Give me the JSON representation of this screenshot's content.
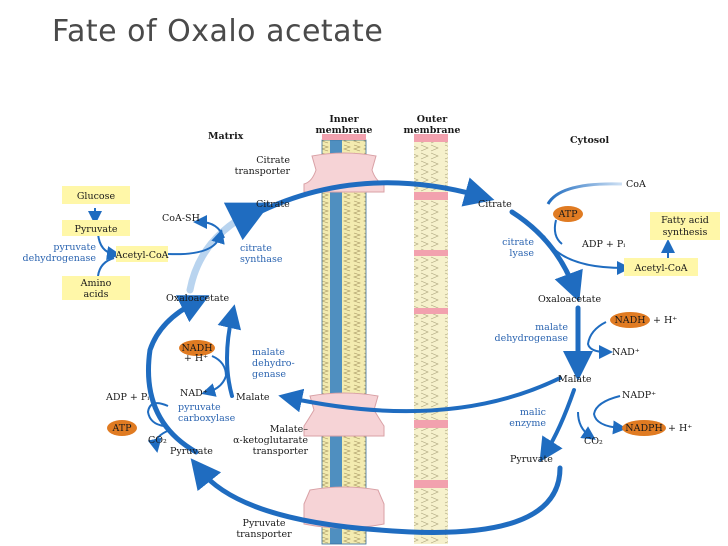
{
  "title": "Fate of Oxalo acetate",
  "colors": {
    "arrow": "#1f6cc0",
    "arrow_light": "#b9d4ef",
    "pore": "#f6d3d6",
    "pore_edge": "#d9a1a6",
    "yellow_box": "#fff7a8",
    "orange": "#e07b22",
    "enzyme_text": "#2b64b0",
    "membrane_head": "#f2a1ae",
    "membrane_tail": "#f4ecb0"
  },
  "headers": {
    "matrix": "Matrix",
    "inner_1": "Inner",
    "inner_2": "membrane",
    "outer_1": "Outer",
    "outer_2": "membrane",
    "cytosol": "Cytosol"
  },
  "transporters": {
    "citrate_1": "Citrate",
    "citrate_2": "transporter",
    "malate_1": "Malate–",
    "malate_2": "α-ketoglutarate",
    "malate_3": "transporter",
    "pyruvate_1": "Pyruvate",
    "pyruvate_2": "transporter"
  },
  "matrix": {
    "glucose": "Glucose",
    "pyruvate_box": "Pyruvate",
    "amino_1": "Amino",
    "amino_2": "acids",
    "acetyl_coa": "Acetyl-CoA",
    "pdh_1": "pyruvate",
    "pdh_2": "dehydrogenase",
    "coa_sh": "CoA-SH",
    "citrate": "Citrate",
    "cs_1": "citrate",
    "cs_2": "synthase",
    "oxaloacetate": "Oxaloacetate",
    "nadh": "NADH",
    "h_plus": "+ H⁺",
    "mdh_1": "malate",
    "mdh_2": "dehydro-",
    "mdh_3": "genase",
    "nad": "NAD⁺",
    "malate": "Malate",
    "adp_pi": "ADP + Pᵢ",
    "pc_1": "pyruvate",
    "pc_2": "carboxylase",
    "atp": "ATP",
    "co2": "CO₂",
    "pyruvate": "Pyruvate"
  },
  "cytosol": {
    "coa": "CoA",
    "citrate": "Citrate",
    "atp": "ATP",
    "fa_1": "Fatty acid",
    "fa_2": "synthesis",
    "cl_1": "citrate",
    "cl_2": "lyase",
    "adp_pi": "ADP + Pᵢ",
    "acetyl_coa": "Acetyl-CoA",
    "oxaloacetate": "Oxaloacetate",
    "mdh_1": "malate",
    "mdh_2": "dehydrogenase",
    "nadh": "NADH",
    "h_plus_1": "+ H⁺",
    "nad": "NAD⁺",
    "malate": "Malate",
    "nadp": "NADP⁺",
    "me_1": "malic",
    "me_2": "enzyme",
    "nadph": "NADPH",
    "h_plus_2": "+ H⁺",
    "co2": "CO₂",
    "pyruvate": "Pyruvate"
  }
}
